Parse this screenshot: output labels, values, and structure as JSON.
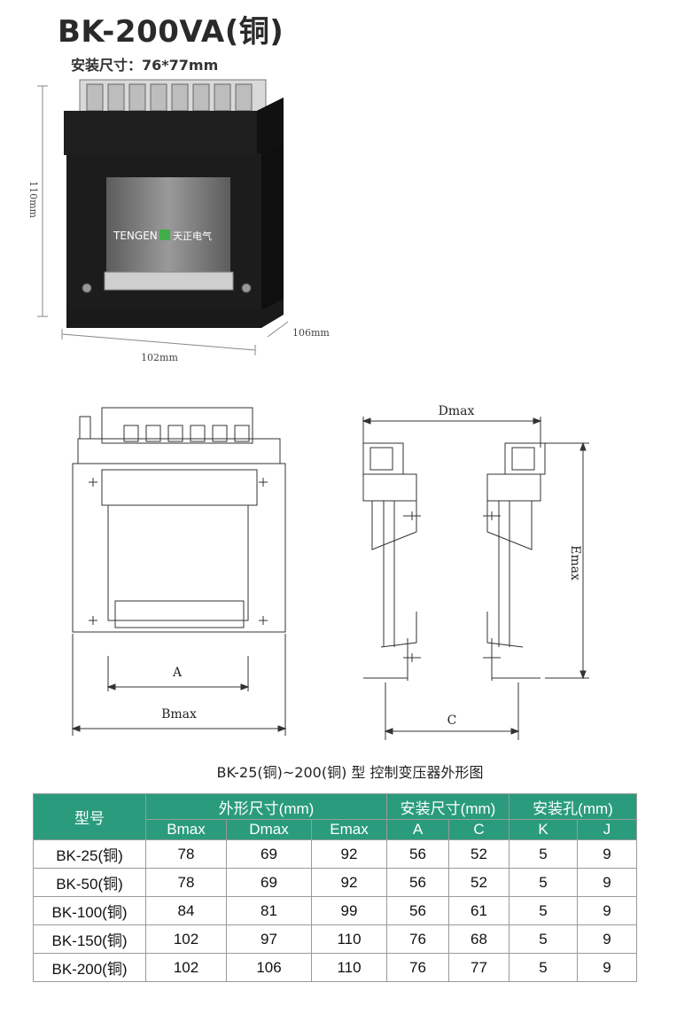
{
  "header": {
    "title": "BK-200VA(铜)",
    "subtitle": "安装尺寸：76*77mm"
  },
  "photo": {
    "brand": "TENGEN",
    "brand_cn": "天正电气",
    "dim_height": "110mm",
    "dim_width": "102mm",
    "dim_depth": "106mm"
  },
  "drawing": {
    "label_a": "A",
    "label_bmax": "Bmax",
    "label_dmax": "Dmax",
    "label_emax": "Emax",
    "label_c": "C",
    "caption": "BK-25(铜)~200(铜) 型 控制变压器外形图"
  },
  "table": {
    "col_model": "型号",
    "group_outer": "外形尺寸(mm)",
    "group_mount": "安装尺寸(mm)",
    "group_hole": "安装孔(mm)",
    "sub_headers": [
      "Bmax",
      "Dmax",
      "Emax",
      "A",
      "C",
      "K",
      "J"
    ],
    "rows": [
      [
        "BK-25(铜)",
        "78",
        "69",
        "92",
        "56",
        "52",
        "5",
        "9"
      ],
      [
        "BK-50(铜)",
        "78",
        "69",
        "92",
        "56",
        "52",
        "5",
        "9"
      ],
      [
        "BK-100(铜)",
        "84",
        "81",
        "99",
        "56",
        "61",
        "5",
        "9"
      ],
      [
        "BK-150(铜)",
        "102",
        "97",
        "110",
        "76",
        "68",
        "5",
        "9"
      ],
      [
        "BK-200(铜)",
        "102",
        "106",
        "110",
        "76",
        "77",
        "5",
        "9"
      ]
    ],
    "header_color": "#2a9c7d"
  }
}
